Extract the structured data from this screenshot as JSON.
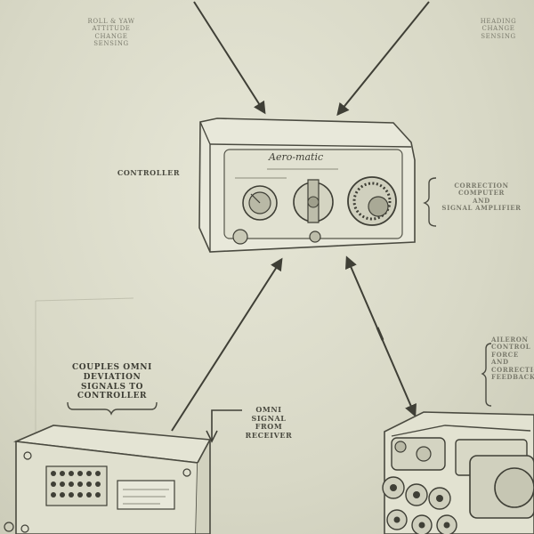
{
  "labels": {
    "roll_yaw": [
      "ROLL & YAW",
      "ATTITUDE",
      "CHANGE",
      "SENSING"
    ],
    "heading": [
      "HEADING",
      "CHANGE",
      "SENSING"
    ],
    "controller": "CONTROLLER",
    "computer": [
      "CORRECTION",
      "COMPUTER",
      "AND",
      "SIGNAL AMPLIFIER"
    ],
    "omni_couples": [
      "COUPLES OMNI",
      "DEVIATION",
      "SIGNALS TO",
      "CONTROLLER"
    ],
    "omni_signal": [
      "OMNI",
      "SIGNAL",
      "FROM",
      "RECEIVER"
    ],
    "aileron": [
      "AILERON",
      "CONTROL",
      "FORCE",
      "AND",
      "CORRECTION",
      "FEEDBACK"
    ]
  },
  "device": {
    "brand": "Aero-matic"
  },
  "colors": {
    "ink": "#4a4a40",
    "paper": "#dcdccb"
  }
}
